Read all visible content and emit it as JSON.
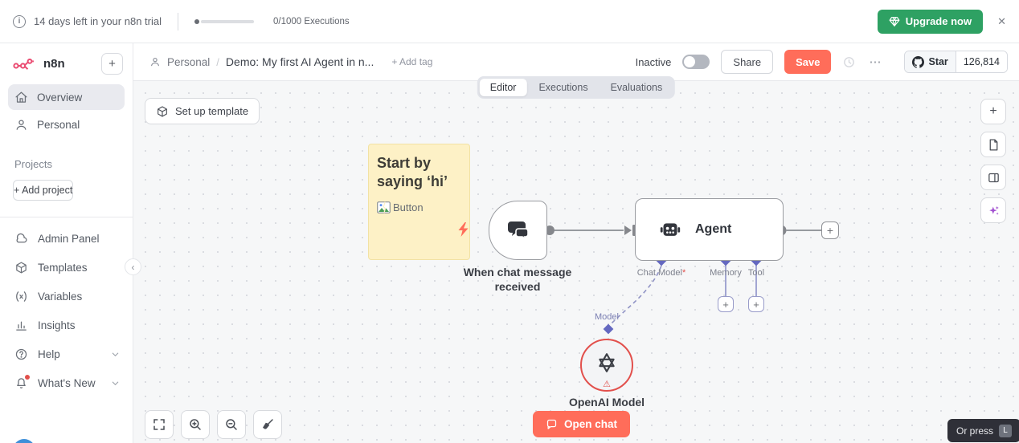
{
  "banner": {
    "trial_text": "14 days left in your n8n trial",
    "executions_text": "0/1000 Executions",
    "upgrade_label": "Upgrade now",
    "close_label": "✕"
  },
  "sidebar": {
    "logo_text": "n8n",
    "add_button_label": "+",
    "items": [
      {
        "label": "Overview",
        "active": true
      },
      {
        "label": "Personal",
        "active": false
      }
    ],
    "projects_label": "Projects",
    "add_project_label": "+ Add project",
    "menu": [
      {
        "label": "Admin Panel"
      },
      {
        "label": "Templates"
      },
      {
        "label": "Variables"
      },
      {
        "label": "Insights"
      },
      {
        "label": "Help",
        "expandable": true
      },
      {
        "label": "What's New",
        "expandable": true,
        "badge": true
      }
    ]
  },
  "header": {
    "breadcrumb_project": "Personal",
    "breadcrumb_separator": "/",
    "workflow_title": "Demo: My first AI Agent in n...",
    "add_tag_label": "+ Add tag",
    "inactive_label": "Inactive",
    "share_label": "Share",
    "save_label": "Save",
    "more_label": "⋯",
    "github_star": {
      "label": "Star",
      "count": "126,814"
    }
  },
  "tabs": [
    {
      "label": "Editor",
      "active": true
    },
    {
      "label": "Executions",
      "active": false
    },
    {
      "label": "Evaluations",
      "active": false
    }
  ],
  "canvas": {
    "setup_template_label": "Set up template",
    "sticky_note": {
      "title": "Start by saying ‘hi’",
      "broken_image_alt": "Button"
    },
    "chat_trigger_label": "When chat message received",
    "agent": {
      "label": "Agent",
      "required_mark": "*",
      "connectors": [
        {
          "label": "Chat Model",
          "required": true
        },
        {
          "label": "Memory",
          "required": false
        },
        {
          "label": "Tool",
          "required": false
        }
      ]
    },
    "model_connector_label": "Model",
    "openai_label": "OpenAI Model",
    "warning_icon": "⚠",
    "open_chat_label": "Open chat",
    "plus_label": "+",
    "hint": {
      "text": "Or press",
      "key": "L"
    }
  },
  "colors": {
    "accent": "#ff6d5a",
    "upgrade_green": "#2ea163",
    "connector_purple": "#6468c0",
    "error_red": "#e2504c",
    "logo_pink": "#ea4b71"
  }
}
